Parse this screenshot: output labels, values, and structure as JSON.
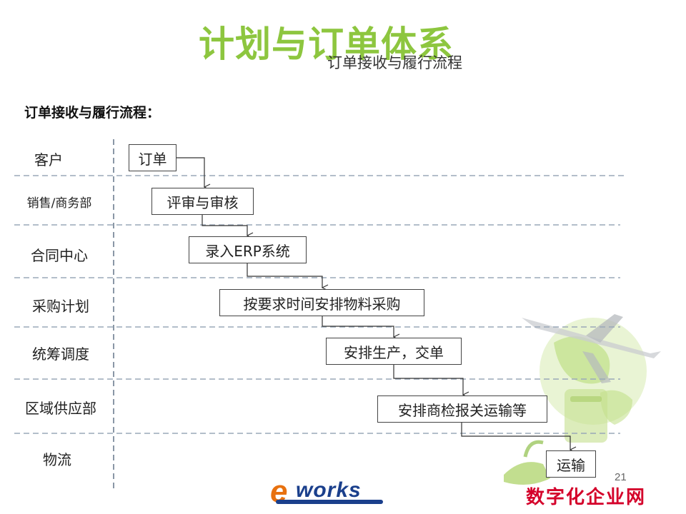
{
  "title": "计划与订单体系",
  "subtitle": "订单接收与履行流程",
  "heading": "订单接收与履行流程：",
  "lanes": [
    {
      "label": "客户"
    },
    {
      "label": "销售/商务部"
    },
    {
      "label": "合同中心"
    },
    {
      "label": "采购计划"
    },
    {
      "label": "统筹调度"
    },
    {
      "label": "区域供应部"
    },
    {
      "label": "物流"
    }
  ],
  "steps": [
    {
      "label": "订单"
    },
    {
      "label": "评审与审核"
    },
    {
      "label": "录入ERP系统"
    },
    {
      "label": "按要求时间安排物料采购"
    },
    {
      "label": "安排生产，交单"
    },
    {
      "label": "安排商检报关运输等"
    },
    {
      "label": "运输"
    }
  ],
  "page_number": "21",
  "logo": {
    "e": "e",
    "works": "works"
  },
  "brand": "数字化企业网",
  "colors": {
    "title": "#8dc63f",
    "divider": "#9aa8b8",
    "brand": "#d4002a"
  }
}
